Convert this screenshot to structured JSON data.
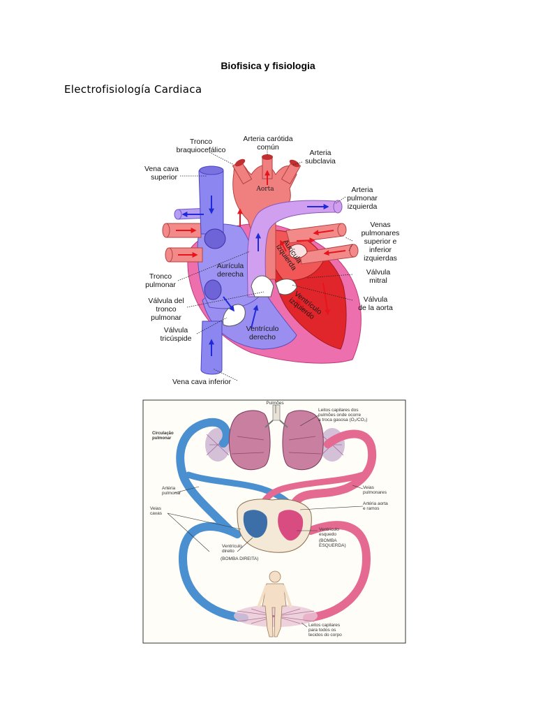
{
  "document": {
    "title": "Biofisica y fisiologia",
    "section": "Electrofisiología Cardiaca"
  },
  "heart_diagram": {
    "labels": {
      "tronco_braquio": [
        "Tronco",
        "braquiocefálico"
      ],
      "carotida": [
        "Arteria carótida",
        "común"
      ],
      "subclavia": [
        "Arteria",
        "subclavia"
      ],
      "vena_cava_sup": [
        "Vena cava",
        "superior"
      ],
      "aorta": "Aorta",
      "pulmonar_izq": [
        "Arteria",
        "pulmonar",
        "izquierda"
      ],
      "venas_pulm": [
        "Venas",
        "pulmonares",
        "superior e",
        "inferior",
        "izquierdas"
      ],
      "auricula_izq": [
        "Aurícula",
        "izquierda"
      ],
      "auricula_der": [
        "Aurícula",
        "derecha"
      ],
      "tronco_pulmonar": [
        "Tronco",
        "pulmonar"
      ],
      "valvula_mitral": [
        "Válvula",
        "mitral"
      ],
      "valvula_tronco": [
        "Válvula del",
        "tronco",
        "pulmonar"
      ],
      "ventriculo_izq": [
        "Ventrículo",
        "izquierdo"
      ],
      "valvula_aorta": [
        "Válvula",
        "de la aorta"
      ],
      "valvula_tricuspide": [
        "Válvula",
        "tricúspide"
      ],
      "ventriculo_der": [
        "Ventrículo",
        "derecho"
      ],
      "vena_cava_inf": "Vena cava inferior"
    }
  },
  "circulation_diagram": {
    "labels": {
      "pulmoes": "Pulmões",
      "leitos_pulm": [
        "Leitos capilares dos",
        "pulmões onde ocorre",
        "a troca gasosa (O₂/CO₂)"
      ],
      "circ_pulm": [
        "Circulação",
        "pulmonar"
      ],
      "arteria_pulm": [
        "Artéria",
        "pulmonar"
      ],
      "veias_pulm": [
        "Veias",
        "pulmonares"
      ],
      "veias_cavas": [
        "Veias",
        "cavas"
      ],
      "arteria_aorta": [
        "Artéria aorta",
        "e ramos"
      ],
      "ventr_esq": [
        "Ventrículo",
        "esquedo"
      ],
      "bomba_esq": [
        "(BOMBA",
        "ESQUERDA)"
      ],
      "ventr_dir": [
        "Ventrículo",
        "direito"
      ],
      "bomba_dir": "(BOMBA DIREITA)",
      "leitos_corpo": [
        "Leitos capilares",
        "para todos os",
        "tecidos do corpo"
      ]
    }
  }
}
